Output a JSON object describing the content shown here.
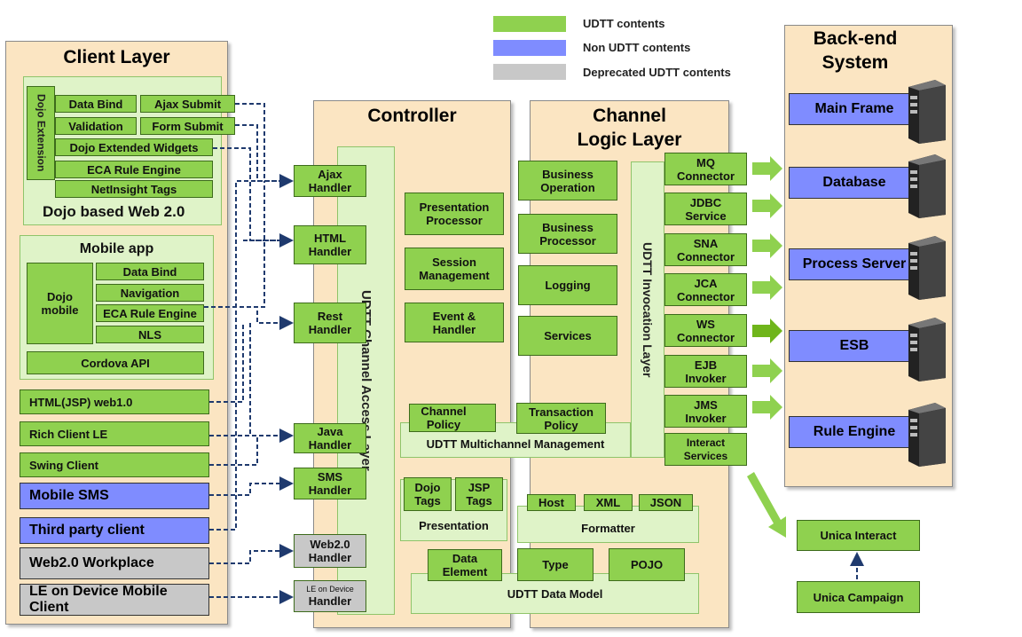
{
  "legend": {
    "udtt": "UDTT contents",
    "non_udtt": "Non UDTT  contents",
    "deprecated": "Deprecated UDTT contents"
  },
  "client_layer": {
    "title": "Client Layer",
    "dojo_web": {
      "title": "Dojo based Web 2.0",
      "dojo_extension": "Dojo Extension",
      "data_bind": "Data Bind",
      "ajax_submit": "Ajax Submit",
      "validation": "Validation",
      "form_submit": "Form Submit",
      "dojo_extended_widgets": "Dojo Extended Widgets",
      "eca_rule_engine": "ECA Rule Engine",
      "netinsight_tags": "NetInsight Tags"
    },
    "mobile_app": {
      "title": "Mobile app",
      "dojo_mobile": "Dojo mobile",
      "data_bind": "Data Bind",
      "navigation": "Navigation",
      "eca_rule_engine": "ECA Rule Engine",
      "nls": "NLS",
      "cordova_api": "Cordova API"
    },
    "html_jsp": "HTML(JSP)  web1.0",
    "rich_client": "Rich Client LE",
    "swing_client": "Swing Client",
    "mobile_sms": "Mobile SMS",
    "third_party": "Third party client",
    "web20_workplace": "Web2.0 Workplace",
    "le_device": "LE on Device Mobile Client"
  },
  "handlers": {
    "ajax": "Ajax Handler",
    "html": "HTML Handler",
    "rest": "Rest Handler",
    "java": "Java Handler",
    "sms": "SMS Handler",
    "web20": "Web2.0 Handler",
    "le_device_small": "LE on Device",
    "le_device_handler": "Handler"
  },
  "controller": {
    "title": "Controller",
    "channel_access_layer": "UDTT Channel Access Layer",
    "presentation_processor": "Presentation Processor",
    "session_management": "Session Management",
    "event_handler": "Event & Handler"
  },
  "channel_logic": {
    "title_line1": "Channel",
    "title_line2": "Logic Layer",
    "business_operation": "Business Operation",
    "business_processor": "Business Processor",
    "logging": "Logging",
    "services": "Services",
    "invocation_layer": "UDTT Invocation Layer",
    "mq_connector": "MQ Connector",
    "jdbc_service": "JDBC Service",
    "sna_connector": "SNA Connector",
    "jca_connector": "JCA Connector",
    "ws_connector": "WS Connector",
    "ejb_invoker": "EJB Invoker",
    "jms_invoker": "JMS Invoker",
    "interact_services": "Interact Services"
  },
  "multichannel": {
    "channel_policy": "Channel Policy",
    "transaction_policy": "Transaction Policy",
    "management": "UDTT Multichannel Management"
  },
  "presentation": {
    "dojo_tags": "Dojo Tags",
    "jsp_tags": "JSP Tags",
    "title": "Presentation"
  },
  "formatter": {
    "host": "Host",
    "xml": "XML",
    "json": "JSON",
    "title": "Formatter"
  },
  "data_model": {
    "data_element": "Data Element",
    "type": "Type",
    "pojo": "POJO",
    "title": "UDTT Data Model"
  },
  "backend": {
    "title_line1": "Back-end",
    "title_line2": "System",
    "main_frame": "Main Frame",
    "database": "Database",
    "process_server": "Process Server",
    "esb": "ESB",
    "rule_engine": "Rule Engine"
  },
  "unica": {
    "interact": "Unica Interact",
    "campaign": "Unica Campaign"
  },
  "colors": {
    "udtt_green": "#8fd14f",
    "non_udtt_blue": "#7f8cff",
    "deprecated_gray": "#c8c8c8",
    "panel_beige": "#fbe5c2",
    "connector_navy": "#1f3a6e"
  }
}
